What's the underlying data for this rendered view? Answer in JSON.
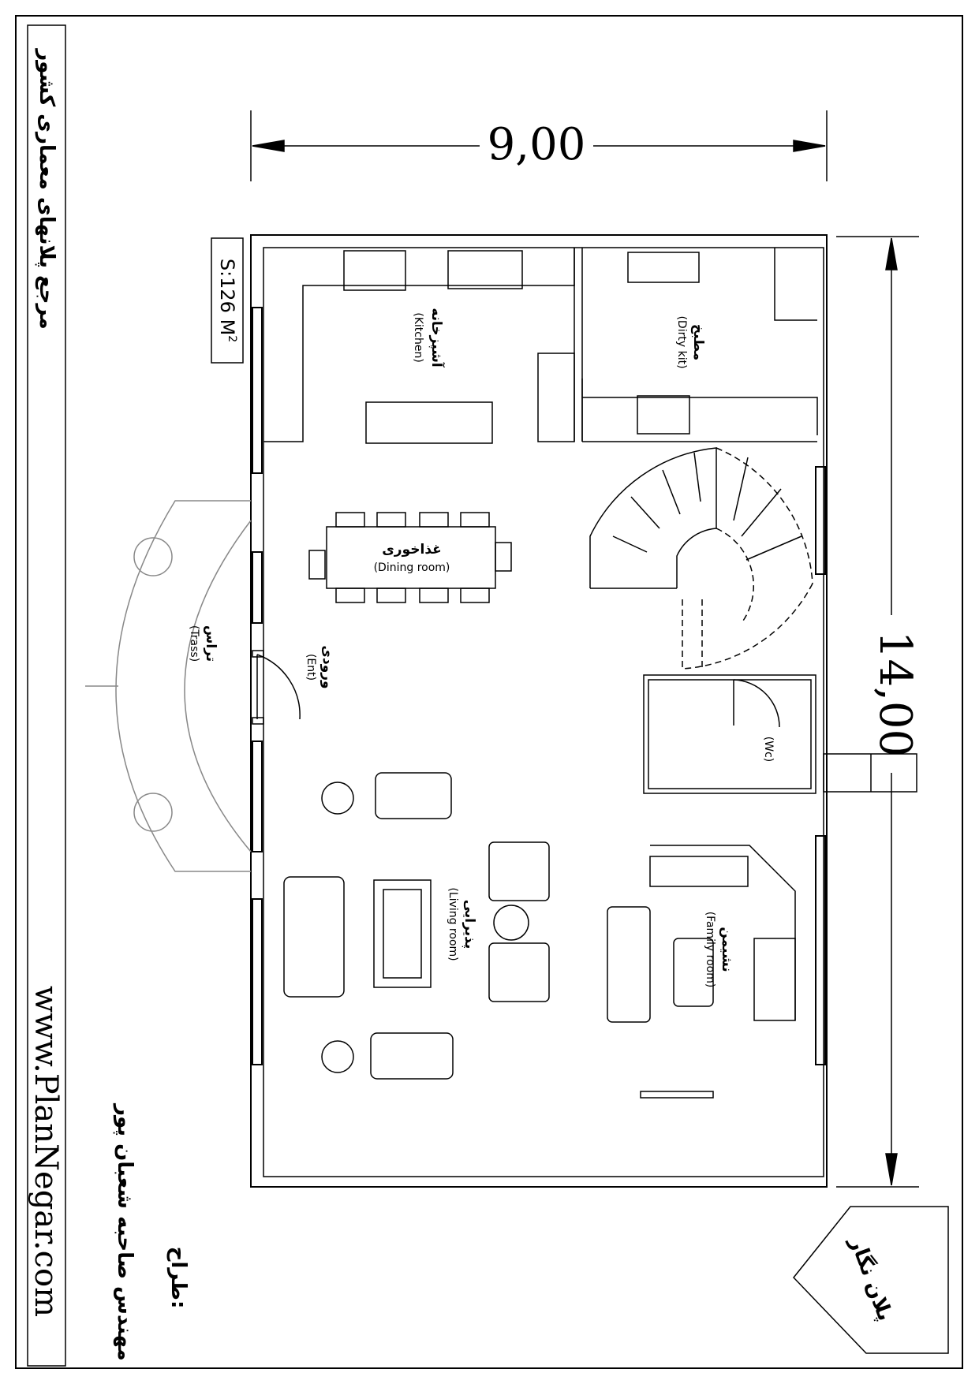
{
  "dimensions": {
    "width": "9,00",
    "length": "14,00"
  },
  "area": {
    "label": "S:126 M",
    "sup": "2"
  },
  "rooms": {
    "kitchen": {
      "fa": "آشپزخانه",
      "en": "(Kitchen)"
    },
    "dirty_kitchen": {
      "fa": "مطبخ",
      "en": "(Dirty kit)"
    },
    "dining": {
      "fa": "غذاخوری",
      "en": "(Dining room)"
    },
    "terrace": {
      "fa": "تراس",
      "en": "(Trass)"
    },
    "entrance": {
      "fa": "ورودی",
      "en": "(Ent)"
    },
    "wc": {
      "en": "(Wc)"
    },
    "living": {
      "fa": "پذیرایی",
      "en": "(Living room)"
    },
    "family": {
      "fa": "نشیمن",
      "en": "(Family room)"
    }
  },
  "side_title": "مرجع پلانهای معماری کشور",
  "website": "www.PlanNegar.com",
  "designer": {
    "label": "طراح:",
    "name": "مهندس صاحبه شعبان پور"
  },
  "logo_text": "پلان نگار"
}
